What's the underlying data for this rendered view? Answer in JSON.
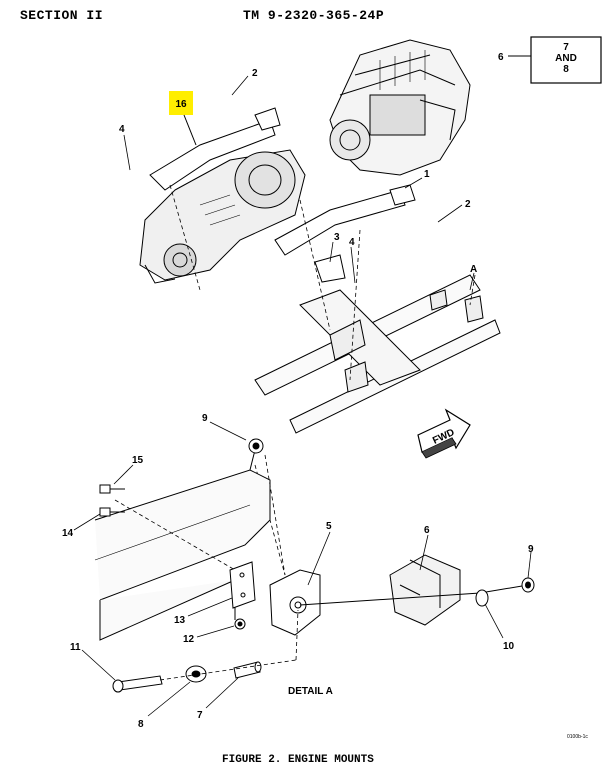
{
  "header": {
    "section": "SECTION  II",
    "tm": "TM 9-2320-365-24P"
  },
  "ref_box": {
    "lines": [
      "7",
      "AND",
      "8"
    ],
    "pointer": "6"
  },
  "highlight": {
    "label": "16",
    "color": "#ffee00"
  },
  "callouts_top": [
    "2",
    "4",
    "1",
    "2",
    "3",
    "4",
    "A"
  ],
  "callouts_detail": [
    "9",
    "15",
    "14",
    "5",
    "6",
    "9",
    "13",
    "12",
    "10",
    "11",
    "8",
    "7"
  ],
  "fwd": "FWD",
  "detail_title": "DETAIL A",
  "code": "0100b-1c",
  "caption": "FIGURE 2.  ENGINE MOUNTS"
}
